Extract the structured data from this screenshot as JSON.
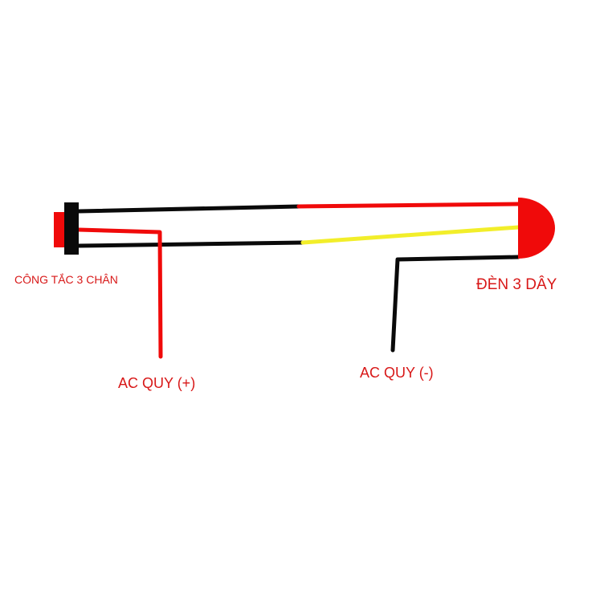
{
  "diagram": {
    "labels": {
      "switch": "CÔNG TẮC 3 CHÂN",
      "lamp": "ĐÈN 3 DÂY",
      "battery_positive": "AC QUY (+)",
      "battery_negative": "AC QUY (-)"
    },
    "colors": {
      "red": "#f00a0a",
      "black": "#0a0a0a",
      "yellow": "#f2ee2a",
      "label": "#d81818",
      "background": "#ffffff"
    },
    "components": [
      {
        "id": "switch",
        "type": "3-pin switch"
      },
      {
        "id": "lamp",
        "type": "3-wire lamp"
      },
      {
        "id": "battery_positive",
        "type": "battery terminal (+)"
      },
      {
        "id": "battery_negative",
        "type": "battery terminal (-)"
      }
    ],
    "wires": [
      {
        "from": "switch",
        "to": "lamp",
        "colors": [
          "black",
          "red"
        ]
      },
      {
        "from": "switch",
        "to": "battery_positive",
        "colors": [
          "red"
        ]
      },
      {
        "from": "switch",
        "to": "lamp",
        "colors": [
          "black",
          "yellow"
        ]
      },
      {
        "from": "lamp",
        "to": "battery_negative",
        "colors": [
          "black"
        ]
      }
    ]
  }
}
